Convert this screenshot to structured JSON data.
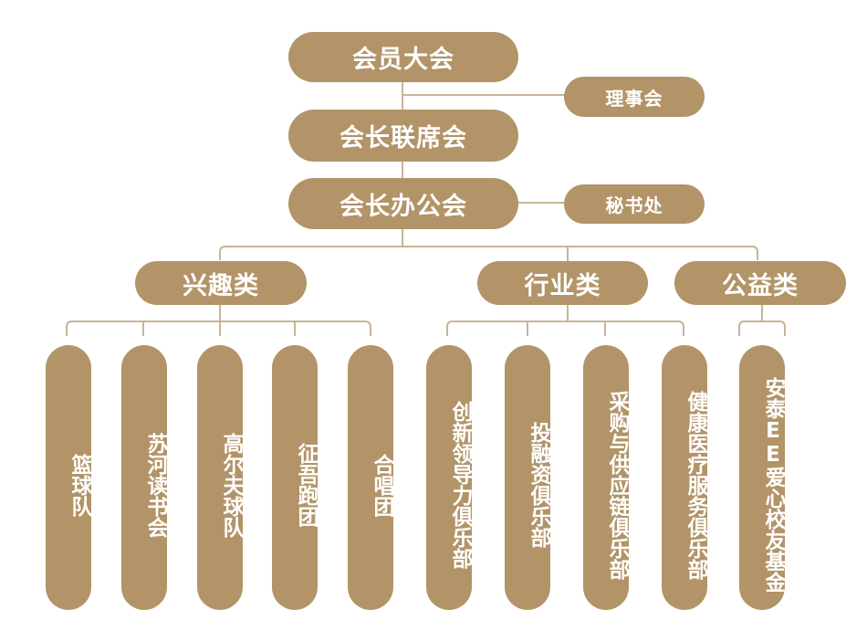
{
  "top": {
    "general_assembly": "会员大会",
    "council": "理事会",
    "presidents_meeting": "会长联席会",
    "presidents_office": "会长办公会",
    "secretariat": "秘书处"
  },
  "categories": {
    "interest": "兴趣类",
    "industry": "行业类",
    "charity": "公益类"
  },
  "clubs": {
    "interest": [
      "篮球队",
      "苏河读书会",
      "高尔夫球队",
      "征吾跑团",
      "合唱团"
    ],
    "industry": [
      "创新领导力俱乐部",
      "投融资俱乐部",
      "采购与供应链俱乐部",
      "健康医疗服务俱乐部"
    ],
    "charity": [
      "安泰EE爱心校友基金"
    ]
  },
  "colors": {
    "node_fill": "#b29468",
    "connector": "#c7b597",
    "text": "#ffffff"
  }
}
